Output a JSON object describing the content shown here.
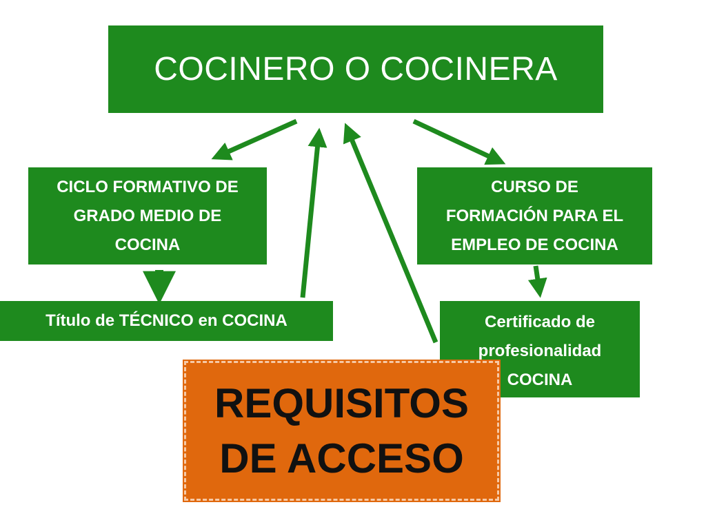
{
  "colors": {
    "box_green": "#1e8a1e",
    "arrow_green": "#1e8a1e",
    "accent_orange": "#e0680d",
    "box_text": "#ffffff",
    "accent_text": "#111111"
  },
  "nodes": {
    "title": "COCINERO O COCINERA",
    "ciclo": "CICLO FORMATIVO DE\n GRADO MEDIO DE\n COCINA",
    "curso": "CURSO DE\nFORMACIÓN PARA EL\nEMPLEO DE COCINA",
    "titulo": "Título de TÉCNICO en  COCINA",
    "certificado": "Certificado de\n profesionalidad\n COCINA",
    "requisitos": "REQUISITOS\n DE ACCESO"
  },
  "edges": [
    {
      "from": "title",
      "to": "ciclo"
    },
    {
      "from": "title",
      "to": "curso"
    },
    {
      "from": "ciclo",
      "to": "titulo"
    },
    {
      "from": "curso",
      "to": "certificado"
    },
    {
      "from": "titulo",
      "to": "title"
    },
    {
      "from": "certificado",
      "to": "title"
    }
  ]
}
